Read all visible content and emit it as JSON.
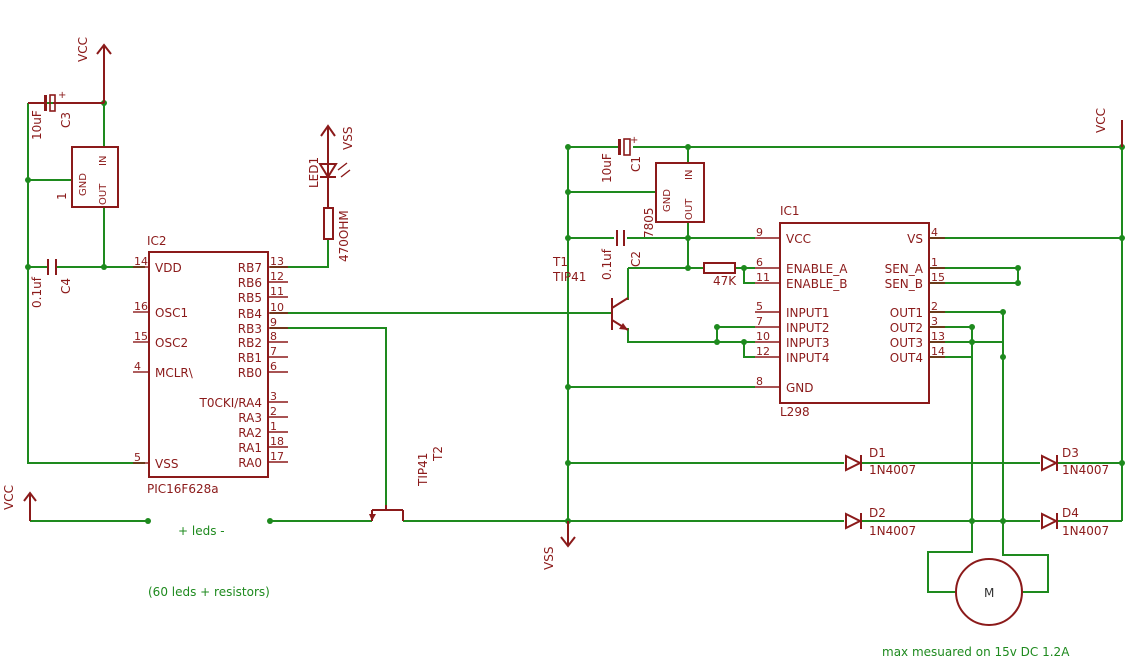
{
  "supplies": {
    "vcc_left": "VCC",
    "vcc_top": "VCC",
    "vcc_right": "VCC",
    "vss_led": "VSS",
    "vss_bottom": "VSS"
  },
  "capacitors": {
    "c3": {
      "name": "C3",
      "value": "10uF"
    },
    "c4": {
      "name": "C4",
      "value": "0.1uf"
    },
    "c1": {
      "name": "C1",
      "value": "10uF"
    },
    "c2": {
      "name": "C2",
      "value": "0.1uf"
    }
  },
  "regulator_left": {
    "num": "1",
    "gnd": "GND",
    "out": "OUT",
    "in": "IN"
  },
  "regulator_right": {
    "name": "7805",
    "gnd": "GND",
    "out": "OUT",
    "in": "IN"
  },
  "led": {
    "name": "LED1",
    "resistor": "470OHM"
  },
  "pic": {
    "name": "IC2",
    "part": "PIC16F628a",
    "left_pins": [
      {
        "label": "VDD",
        "num": "14"
      },
      {
        "label": "OSC1",
        "num": "16"
      },
      {
        "label": "OSC2",
        "num": "15"
      },
      {
        "label": "MCLR\\",
        "num": "4"
      },
      {
        "label": "VSS",
        "num": "5"
      }
    ],
    "right_pins": [
      {
        "label": "RB7",
        "num": "13"
      },
      {
        "label": "RB6",
        "num": "12"
      },
      {
        "label": "RB5",
        "num": "11"
      },
      {
        "label": "RB4",
        "num": "10"
      },
      {
        "label": "RB3",
        "num": "9"
      },
      {
        "label": "RB2",
        "num": "8"
      },
      {
        "label": "RB1",
        "num": "7"
      },
      {
        "label": "RB0",
        "num": "6"
      },
      {
        "label": "T0CKI/RA4",
        "num": "3"
      },
      {
        "label": "RA3",
        "num": "2"
      },
      {
        "label": "RA2",
        "num": "1"
      },
      {
        "label": "RA1",
        "num": "18"
      },
      {
        "label": "RA0",
        "num": "17"
      }
    ]
  },
  "l298": {
    "name": "IC1",
    "part": "L298",
    "left_pins": [
      {
        "label": "VCC",
        "num": "9"
      },
      {
        "label": "ENABLE_A",
        "num": "6"
      },
      {
        "label": "ENABLE_B",
        "num": "11"
      },
      {
        "label": "INPUT1",
        "num": "5"
      },
      {
        "label": "INPUT2",
        "num": "7"
      },
      {
        "label": "INPUT3",
        "num": "10"
      },
      {
        "label": "INPUT4",
        "num": "12"
      },
      {
        "label": "GND",
        "num": "8"
      }
    ],
    "right_pins": [
      {
        "label": "VS",
        "num": "4"
      },
      {
        "label": "SEN_A",
        "num": "1"
      },
      {
        "label": "SEN_B",
        "num": "15"
      },
      {
        "label": "OUT1",
        "num": "2"
      },
      {
        "label": "OUT2",
        "num": "3"
      },
      {
        "label": "OUT3",
        "num": "13"
      },
      {
        "label": "OUT4",
        "num": "14"
      }
    ]
  },
  "t1": {
    "name": "T1",
    "part": "TIP41"
  },
  "t2": {
    "name": "T2",
    "part": "TIP41"
  },
  "resistor_47k": "47K",
  "diodes": [
    {
      "name": "D1",
      "part": "1N4007"
    },
    {
      "name": "D2",
      "part": "1N4007"
    },
    {
      "name": "D3",
      "part": "1N4007"
    },
    {
      "name": "D4",
      "part": "1N4007"
    }
  ],
  "motor": "M",
  "notes": {
    "leds": "+ leds -",
    "leds_count": "(60 leds + resistors)",
    "measurement": "max mesuared on 15v DC 1.2A"
  }
}
